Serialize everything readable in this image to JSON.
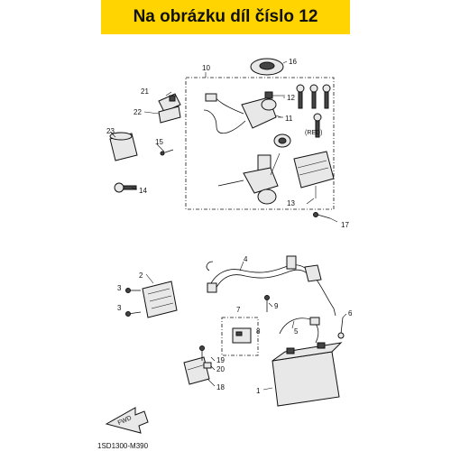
{
  "banner": {
    "text": "Na obrázku díl číslo 12",
    "color": "#ffd400"
  },
  "diagram_code": "1SD1300-M390",
  "red_label": "(RED)",
  "fwd_label": "FWD",
  "parts": {
    "p1": "1",
    "p2": "2",
    "p3a": "3",
    "p3b": "3",
    "p4": "4",
    "p5": "5",
    "p6": "6",
    "p7": "7",
    "p8": "8",
    "p9": "9",
    "p10": "10",
    "p11": "11",
    "p12": "12",
    "p13": "13",
    "p14": "14",
    "p15": "15",
    "p16": "16",
    "p17": "17",
    "p18": "18",
    "p19": "19",
    "p20": "20",
    "p21": "21",
    "p22": "22",
    "p23": "23"
  }
}
